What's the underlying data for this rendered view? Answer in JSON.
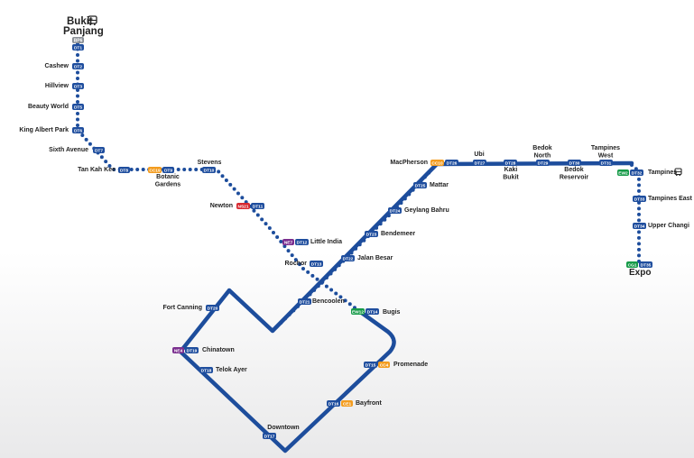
{
  "terminal": {
    "line1": "Bukit",
    "line2": "Panjang",
    "code": "BP6"
  },
  "expo_label": "Expo",
  "stations": [
    {
      "id": "dt1",
      "codes": [
        {
          "code": "DT1",
          "color": "#1f4e9e"
        }
      ]
    },
    {
      "id": "cashew",
      "name": [
        "Cashew"
      ],
      "codes": [
        {
          "code": "DT2",
          "color": "#1f4e9e"
        }
      ]
    },
    {
      "id": "hillview",
      "name": [
        "Hillview"
      ],
      "codes": [
        {
          "code": "DT3",
          "color": "#1f4e9e"
        }
      ]
    },
    {
      "id": "beauty-world",
      "name": [
        "Beauty World"
      ],
      "codes": [
        {
          "code": "DT5",
          "color": "#1f4e9e"
        }
      ]
    },
    {
      "id": "king-albert-park",
      "name": [
        "King Albert Park"
      ],
      "codes": [
        {
          "code": "DT6",
          "color": "#1f4e9e"
        }
      ]
    },
    {
      "id": "sixth-avenue",
      "name": [
        "Sixth Avenue"
      ],
      "codes": [
        {
          "code": "DT7",
          "color": "#1f4e9e"
        }
      ]
    },
    {
      "id": "tan-kah-kee",
      "name": [
        "Tan Kah Kee"
      ],
      "codes": [
        {
          "code": "DT8",
          "color": "#1f4e9e"
        }
      ]
    },
    {
      "id": "botanic-gardens",
      "name": [
        "Botanic",
        "Gardens"
      ],
      "codes": [
        {
          "code": "CC19",
          "color": "#f39c1f"
        },
        {
          "code": "DT9",
          "color": "#1f4e9e"
        }
      ]
    },
    {
      "id": "stevens",
      "name": [
        "Stevens"
      ],
      "codes": [
        {
          "code": "DT10",
          "color": "#1f4e9e"
        }
      ]
    },
    {
      "id": "newton",
      "name": [
        "Newton"
      ],
      "codes": [
        {
          "code": "NS21",
          "color": "#d7282f"
        },
        {
          "code": "DT11",
          "color": "#1f4e9e"
        }
      ]
    },
    {
      "id": "little-india",
      "name": [
        "Little India"
      ],
      "codes": [
        {
          "code": "NE7",
          "color": "#7b2f8f"
        },
        {
          "code": "DT12",
          "color": "#1f4e9e"
        }
      ]
    },
    {
      "id": "rochor",
      "name": [
        "Rochor"
      ],
      "codes": [
        {
          "code": "DT13",
          "color": "#1f4e9e"
        }
      ]
    },
    {
      "id": "bugis",
      "name": [
        "Bugis"
      ],
      "codes": [
        {
          "code": "EW12",
          "color": "#169a48"
        },
        {
          "code": "DT14",
          "color": "#1f4e9e"
        }
      ]
    },
    {
      "id": "promenade",
      "name": [
        "Promenade"
      ],
      "codes": [
        {
          "code": "DT15",
          "color": "#1f4e9e"
        },
        {
          "code": "CC4",
          "color": "#f39c1f"
        }
      ]
    },
    {
      "id": "bayfront",
      "name": [
        "Bayfront"
      ],
      "codes": [
        {
          "code": "DT16",
          "color": "#1f4e9e"
        },
        {
          "code": "CE1",
          "color": "#f39c1f"
        }
      ]
    },
    {
      "id": "downtown",
      "name": [
        "Downtown"
      ],
      "codes": [
        {
          "code": "DT17",
          "color": "#1f4e9e"
        }
      ]
    },
    {
      "id": "telok-ayer",
      "name": [
        "Telok Ayer"
      ],
      "codes": [
        {
          "code": "DT18",
          "color": "#1f4e9e"
        }
      ]
    },
    {
      "id": "chinatown",
      "name": [
        "Chinatown"
      ],
      "codes": [
        {
          "code": "NE4",
          "color": "#7b2f8f"
        },
        {
          "code": "DT19",
          "color": "#1f4e9e"
        }
      ]
    },
    {
      "id": "fort-canning",
      "name": [
        "Fort Canning"
      ],
      "codes": [
        {
          "code": "DT20",
          "color": "#1f4e9e"
        }
      ]
    },
    {
      "id": "bencoolen",
      "name": [
        "Bencoolen"
      ],
      "codes": [
        {
          "code": "DT21",
          "color": "#1f4e9e"
        }
      ]
    },
    {
      "id": "jalan-besar",
      "name": [
        "Jalan Besar"
      ],
      "codes": [
        {
          "code": "DT22",
          "color": "#1f4e9e"
        }
      ]
    },
    {
      "id": "bendemeer",
      "name": [
        "Bendemeer"
      ],
      "codes": [
        {
          "code": "DT23",
          "color": "#1f4e9e"
        }
      ]
    },
    {
      "id": "geylang-bahru",
      "name": [
        "Geylang Bahru"
      ],
      "codes": [
        {
          "code": "DT24",
          "color": "#1f4e9e"
        }
      ]
    },
    {
      "id": "mattar",
      "name": [
        "Mattar"
      ],
      "codes": [
        {
          "code": "DT25",
          "color": "#1f4e9e"
        }
      ]
    },
    {
      "id": "macpherson",
      "name": [
        "MacPherson"
      ],
      "codes": [
        {
          "code": "CC10",
          "color": "#f39c1f"
        },
        {
          "code": "DT26",
          "color": "#1f4e9e"
        }
      ]
    },
    {
      "id": "ubi",
      "name": [
        "Ubi"
      ],
      "codes": [
        {
          "code": "DT27",
          "color": "#1f4e9e"
        }
      ]
    },
    {
      "id": "kaki-bukit",
      "name": [
        "Kaki",
        "Bukit"
      ],
      "codes": [
        {
          "code": "DT28",
          "color": "#1f4e9e"
        }
      ]
    },
    {
      "id": "bedok-north",
      "name": [
        "Bedok",
        "North"
      ],
      "codes": [
        {
          "code": "DT29",
          "color": "#1f4e9e"
        }
      ]
    },
    {
      "id": "bedok-reservoir",
      "name": [
        "Bedok",
        "Reservoir"
      ],
      "codes": [
        {
          "code": "DT30",
          "color": "#1f4e9e"
        }
      ]
    },
    {
      "id": "tampines-west",
      "name": [
        "Tampines",
        "West"
      ],
      "codes": [
        {
          "code": "DT31",
          "color": "#1f4e9e"
        }
      ]
    },
    {
      "id": "tampines",
      "name": [
        "Tampines"
      ],
      "codes": [
        {
          "code": "EW2",
          "color": "#169a48"
        },
        {
          "code": "DT32",
          "color": "#1f4e9e"
        }
      ]
    },
    {
      "id": "tampines-east",
      "name": [
        "Tampines East"
      ],
      "codes": [
        {
          "code": "DT33",
          "color": "#1f4e9e"
        }
      ]
    },
    {
      "id": "upper-changi",
      "name": [
        "Upper Changi"
      ],
      "codes": [
        {
          "code": "DT34",
          "color": "#1f4e9e"
        }
      ]
    },
    {
      "id": "expo",
      "codes": [
        {
          "code": "CG1",
          "color": "#169a48"
        },
        {
          "code": "DT35",
          "color": "#1f4e9e"
        }
      ]
    }
  ],
  "colors": {
    "line": "#1d4d9c",
    "terminal_badge": "#8a8f96",
    "text": "#222222"
  },
  "icons": [
    "bus-icon"
  ]
}
